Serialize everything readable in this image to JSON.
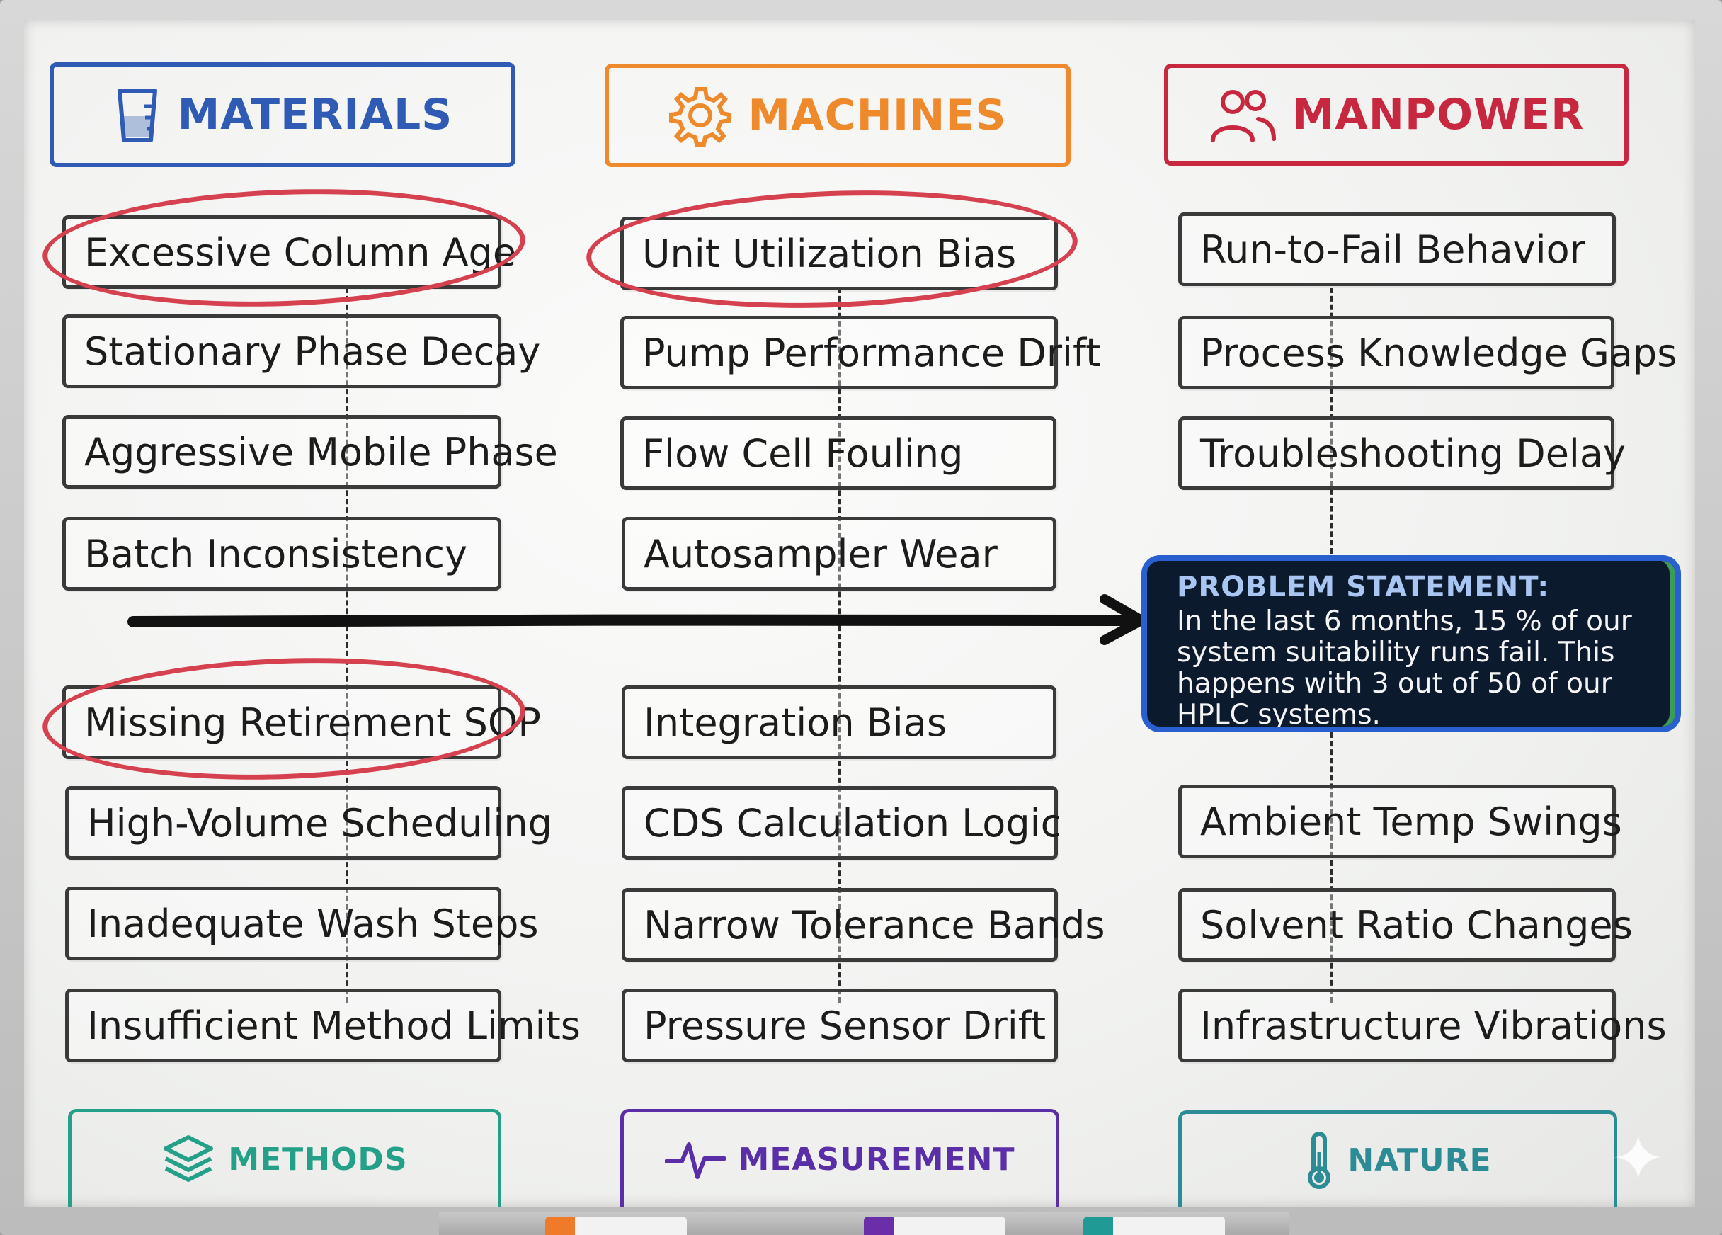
{
  "headers": {
    "materials": {
      "label": "MATERIALS",
      "color": "#2f5bb5",
      "icon": "beaker-icon"
    },
    "machines": {
      "label": "MACHINES",
      "color": "#ee8a2c",
      "icon": "gear-icon"
    },
    "manpower": {
      "label": "MANPOWER",
      "color": "#c7283f",
      "icon": "people-icon"
    }
  },
  "footers": {
    "methods": {
      "label": "METHODS",
      "color": "#24a088",
      "icon": "layers-icon"
    },
    "measurement": {
      "label": "MEASUREMENT",
      "color": "#5a2ea6",
      "icon": "pulse-icon"
    },
    "nature": {
      "label": "NATURE",
      "color": "#2b8c96",
      "icon": "thermometer-icon"
    }
  },
  "materials_causes": [
    "Excessive Column Age",
    "Stationary Phase Decay",
    "Aggressive Mobile Phase",
    "Batch Inconsistency"
  ],
  "methods_causes": [
    "Missing Retirement SOP",
    "High-Volume Scheduling",
    "Inadequate Wash Steps",
    "Insufficient Method Limits"
  ],
  "machines_causes": [
    "Unit Utilization Bias",
    "Pump Performance Drift",
    "Flow Cell Fouling",
    "Autosampler Wear"
  ],
  "measurement_causes": [
    "Integration Bias",
    "CDS Calculation Logic",
    "Narrow Tolerance Bands",
    "Pressure Sensor Drift"
  ],
  "manpower_causes": [
    "Run-to-Fail Behavior",
    "Process Knowledge Gaps",
    "Troubleshooting Delay"
  ],
  "nature_causes": [
    "Ambient Temp Swings",
    "Solvent Ratio Changes",
    "Infrastructure Vibrations"
  ],
  "problem": {
    "title": "PROBLEM STATEMENT:",
    "text": "In the last 6 months, 15 % of our system suitability runs fail. This happens with 3 out of 50 of our HPLC systems."
  },
  "colors": {
    "ring": "#d6414f",
    "spine": "#111111",
    "problem_bg": "#0c1a2e",
    "problem_border": "#2a5fd0"
  }
}
